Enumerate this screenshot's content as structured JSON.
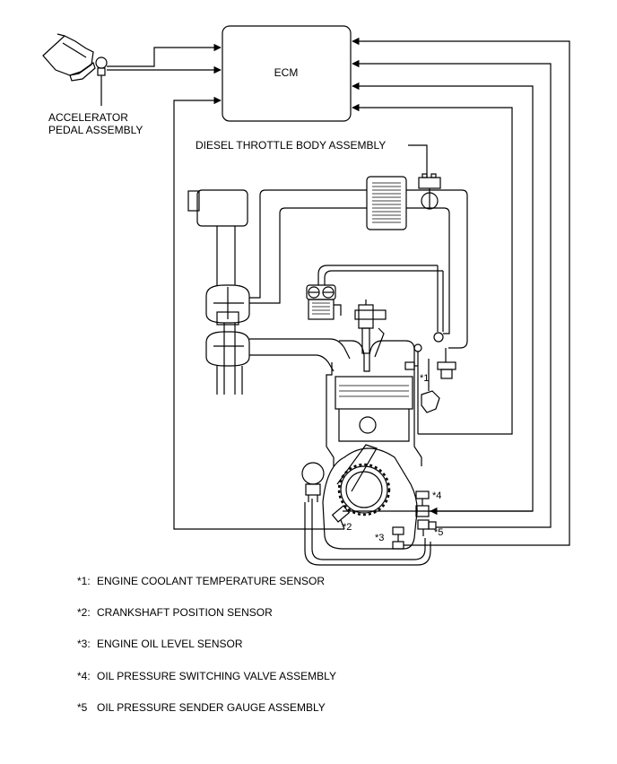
{
  "ecm_label": "ECM",
  "accelerator_label_line1": "ACCELERATOR",
  "accelerator_label_line2": "PEDAL ASSEMBLY",
  "throttle_label": "DIESEL THROTTLE BODY ASSEMBLY",
  "callouts": {
    "c1": "*1",
    "c2": "*2",
    "c3": "*3",
    "c4": "*4",
    "c5": "*5"
  },
  "legend": [
    {
      "key": "*1:",
      "text": "ENGINE COOLANT TEMPERATURE SENSOR"
    },
    {
      "key": "*2:",
      "text": "CRANKSHAFT POSITION SENSOR"
    },
    {
      "key": "*3:",
      "text": "ENGINE OIL LEVEL SENSOR"
    },
    {
      "key": "*4:",
      "text": "OIL PRESSURE SWITCHING VALVE ASSEMBLY"
    },
    {
      "key": "*5",
      "text": "OIL PRESSURE SENDER GAUGE ASSEMBLY"
    }
  ]
}
